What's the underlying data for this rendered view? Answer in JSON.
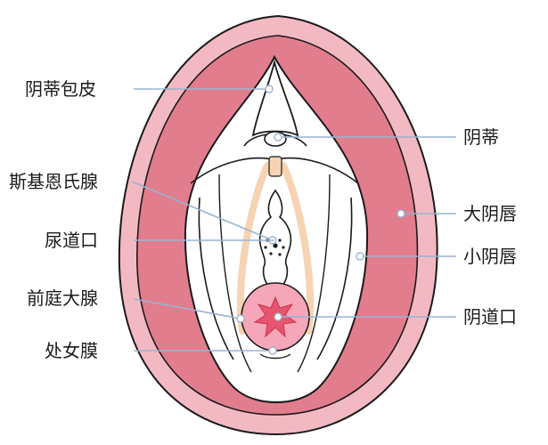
{
  "labels": {
    "clitoral_hood": "阴蒂包皮",
    "bartholin_glands_skene": "斯基恩氏腺",
    "urethral_opening": "尿道口",
    "bartholin_glands": "前庭大腺",
    "hymen": "处女膜",
    "clitoris": "阴蒂",
    "labia_majora": "大阴唇",
    "labia_minora": "小阴唇",
    "vaginal_opening": "阴道口"
  },
  "colors": {
    "outer_skin": "#e27d8e",
    "outer_rim": "#f3b9c3",
    "white_tissue": "#ffffff",
    "outline": "#1a1a1a",
    "vestibule_band": "#f6d3b2",
    "vaginal_opening_fill": "#f5a6b8",
    "vaginal_inner": "#e8546e",
    "leader": "#9ab3d0"
  }
}
